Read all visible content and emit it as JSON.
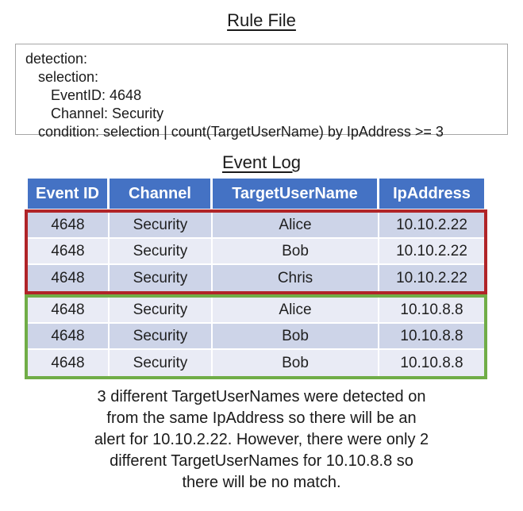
{
  "rule_file": {
    "title": "Rule File",
    "lines": [
      "detection:",
      "selection:",
      "EventID: 4648",
      "Channel: Security",
      "condition: selection | count(TargetUserName) by IpAddress >= 3"
    ]
  },
  "event_log": {
    "title": "Event Log",
    "columns": [
      "Event ID",
      "Channel",
      "TargetUserName",
      "IpAddress"
    ],
    "groups": [
      {
        "name": "alert-group",
        "highlight": "red",
        "border_color": "#B02428",
        "rows": [
          [
            "4648",
            "Security",
            "Alice",
            "10.10.2.22"
          ],
          [
            "4648",
            "Security",
            "Bob",
            "10.10.2.22"
          ],
          [
            "4648",
            "Security",
            "Chris",
            "10.10.2.22"
          ]
        ]
      },
      {
        "name": "no-match-group",
        "highlight": "green",
        "border_color": "#70AD47",
        "rows": [
          [
            "4648",
            "Security",
            "Alice",
            "10.10.8.8"
          ],
          [
            "4648",
            "Security",
            "Bob",
            "10.10.8.8"
          ],
          [
            "4648",
            "Security",
            "Bob",
            "10.10.8.8"
          ]
        ]
      }
    ]
  },
  "explanation": {
    "lines": [
      "3 different TargetUserNames were detected on",
      "from the same IpAddress so there will be an",
      "alert for 10.10.2.22. However, there were only 2",
      "different TargetUserNames for 10.10.8.8 so",
      "there will be no match."
    ]
  },
  "colors": {
    "header_bg": "#4472C4",
    "header_text": "#FFFFFF",
    "row_band_dark": "#CDD4E8",
    "row_band_light": "#E9EBF5",
    "alert_border": "#B02428",
    "no_match_border": "#70AD47",
    "rule_box_border": "#A6A6A6"
  }
}
